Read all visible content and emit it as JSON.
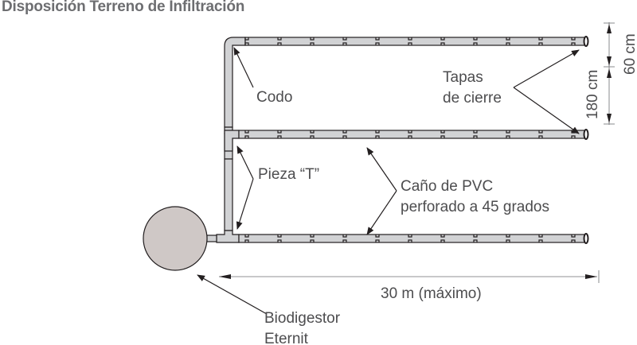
{
  "title": "Disposición Terreno de Infiltración",
  "labels": {
    "codo": "Codo",
    "tapas_1": "Tapas",
    "tapas_2": "de cierre",
    "pieza_t": "Pieza “T”",
    "cano_1": "Caño de PVC",
    "cano_2": "perforado a 45 grados",
    "biodigestor_1": "Biodigestor",
    "biodigestor_2": "Eternit"
  },
  "dimensions": {
    "length": "30 m (máximo)",
    "spacing": "180 cm",
    "edge": "60 cm"
  },
  "colors": {
    "pipe": "#d1d2d4",
    "tank": "#cfc8c6",
    "text": "#4d4d4f"
  }
}
